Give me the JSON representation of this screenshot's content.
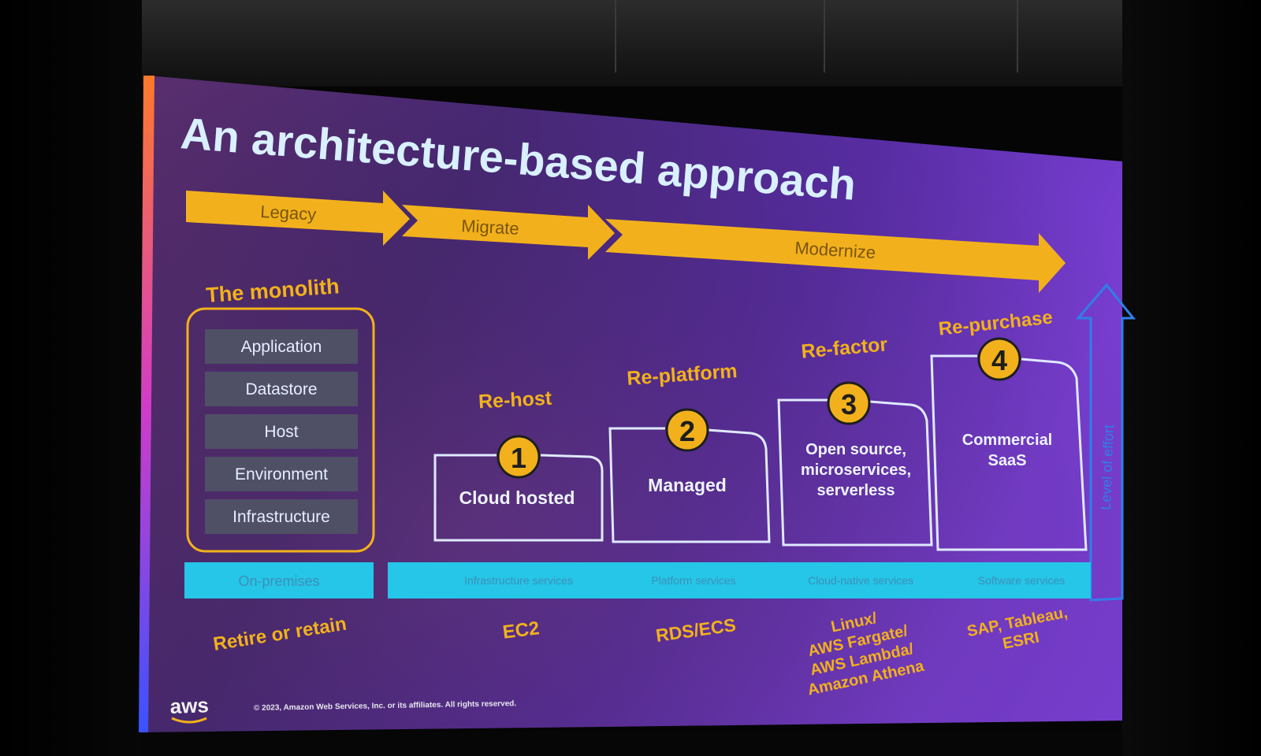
{
  "slide": {
    "title": "An architecture-based approach",
    "phases": [
      "Legacy",
      "Migrate",
      "Modernize"
    ],
    "monolith_title": "The monolith",
    "layers": [
      "Application",
      "Datastore",
      "Host",
      "Environment",
      "Infrastructure"
    ],
    "strategies": [
      {
        "number": "1",
        "name": "Re-host",
        "box": "Cloud hosted",
        "services": "Infrastructure services",
        "examples": [
          "EC2"
        ]
      },
      {
        "number": "2",
        "name": "Re-platform",
        "box": "Managed",
        "services": "Platform services",
        "examples": [
          "RDS/ECS"
        ]
      },
      {
        "number": "3",
        "name": "Re-factor",
        "box": "Open source, microservices, serverless",
        "services": "Cloud-native services",
        "examples": [
          "Linux/",
          "AWS Fargate/",
          "AWS Lambda/",
          "Amazon Athena"
        ]
      },
      {
        "number": "4",
        "name": "Re-purchase",
        "box": "Commercial SaaS",
        "services": "Software services",
        "examples": [
          "SAP, Tableau,",
          "ESRI"
        ]
      }
    ],
    "on_premises": "On-premises",
    "retire": "Retire or retain",
    "effort_label": "Level of effort",
    "logo": "aws",
    "copyright": "© 2023, Amazon Web Services, Inc. or its affiliates. All rights reserved."
  },
  "colors": {
    "accent_gold": "#f2b11c",
    "title_text": "#d9f0ff",
    "cyan_band": "#25c6e8",
    "box_outline": "#dfe9ff",
    "layer_fill": "#4f4f66",
    "effort_arrow": "#2f7fe8"
  }
}
